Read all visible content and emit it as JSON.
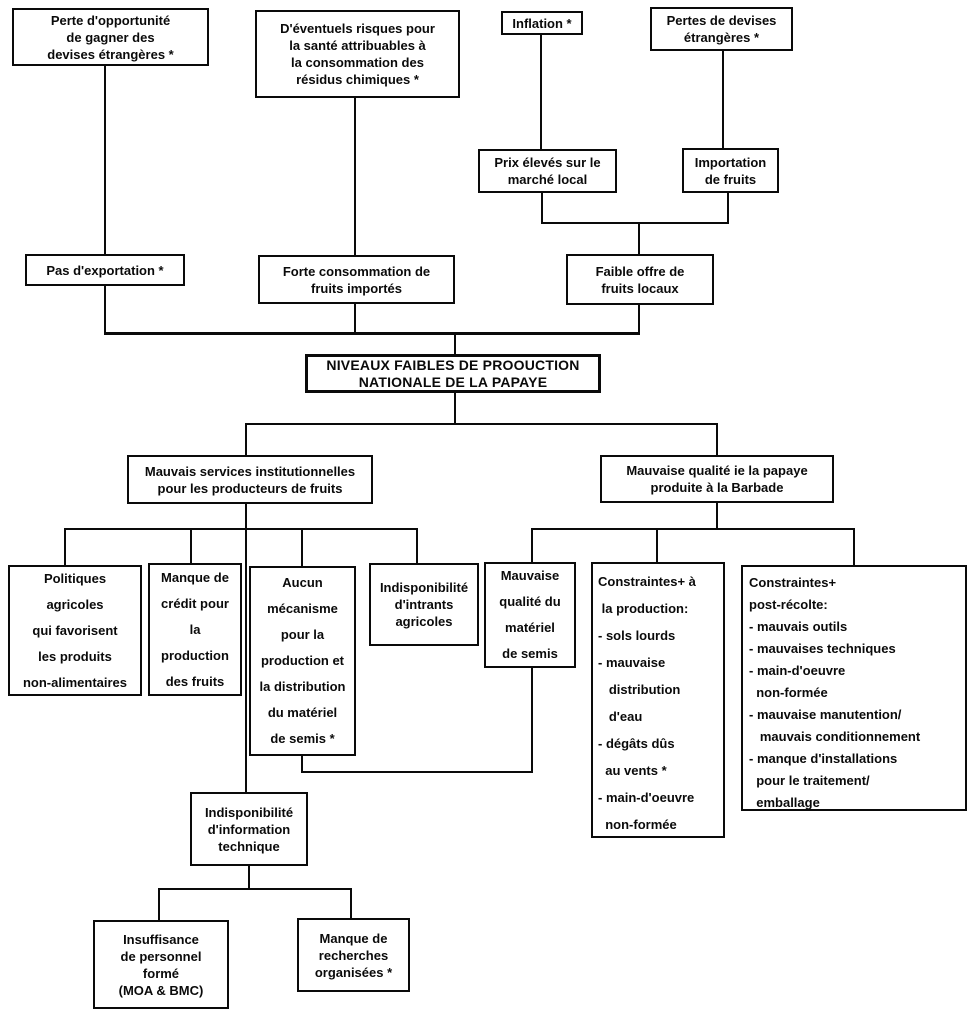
{
  "diagram": {
    "type": "problem-tree",
    "language": "fr",
    "ink_color": "#0a0a0a",
    "paper_color": "#ffffff",
    "nodes": {
      "perte_opportunite": {
        "text": "Perte d'opportunité\nde gagner des\ndevises étrangères *"
      },
      "risques_sante": {
        "text": "D'éventuels risques pour\nla santé attribuables à\nla consommation des\nrésidus chimiques *"
      },
      "inflation": {
        "text": "Inflation *"
      },
      "pertes_devises": {
        "text": "Pertes de devises\nétrangères *"
      },
      "prix_eleves": {
        "text": "Prix élevés sur le\nmarché local"
      },
      "importation_fruits": {
        "text": "Importation\nde fruits"
      },
      "pas_exportation": {
        "text": "Pas d'exportation *"
      },
      "forte_consommation": {
        "text": "Forte consommation de\nfruits importés"
      },
      "faible_offre": {
        "text": "Faible offre de\nfruits locaux"
      },
      "probleme_central": {
        "text": "NIVEAUX FAIBLES DE PROOUCTION\nNATIONALE DE LA PAPAYE"
      },
      "mauvais_services": {
        "text": "Mauvais services institutionnelles\npour les producteurs de fruits"
      },
      "mauvaise_qualite_papaye": {
        "text": "Mauvaise qualité ie la papaye\nproduite à la Barbade"
      },
      "politiques_agricoles": {
        "text": "Politiques\nagricoles\nqui favorisent\nles produits\nnon-alimentaires"
      },
      "manque_credit": {
        "text": "Manque de\ncrédit pour\nla\nproduction\ndes fruits"
      },
      "aucun_mecanisme": {
        "text": "Aucun\nmécanisme\npour la\nproduction et\nla distribution\ndu matériel\nde semis *"
      },
      "indisponibilite_intrants": {
        "text": "Indisponibilité\nd'intrants\nagricoles"
      },
      "mauvaise_qualite_semis": {
        "text": "Mauvaise\nqualité du\nmatériel\nde semis"
      },
      "contraintes_production": {
        "text": "Constraintes+ à\n la production:\n- sols lourds\n- mauvaise\n   distribution\n   d'eau\n- dégâts dûs\n  au vents *\n- main-d'oeuvre\n  non-formée"
      },
      "contraintes_post_recolte": {
        "text": "Constraintes+\npost-récolte:\n- mauvais outils\n- mauvaises techniques\n- main-d'oeuvre\n  non-formée\n- mauvaise manutention/\n   mauvais conditionnement\n- manque d'installations\n  pour le traitement/\n  emballage"
      },
      "indisponibilite_information": {
        "text": "Indisponibilité\nd'information\ntechnique"
      },
      "insuffisance_personnel": {
        "text": "Insuffisance\nde personnel\nformé\n(MOA & BMC)"
      },
      "manque_recherches": {
        "text": "Manque de\nrecherches\norganisées *"
      }
    }
  }
}
